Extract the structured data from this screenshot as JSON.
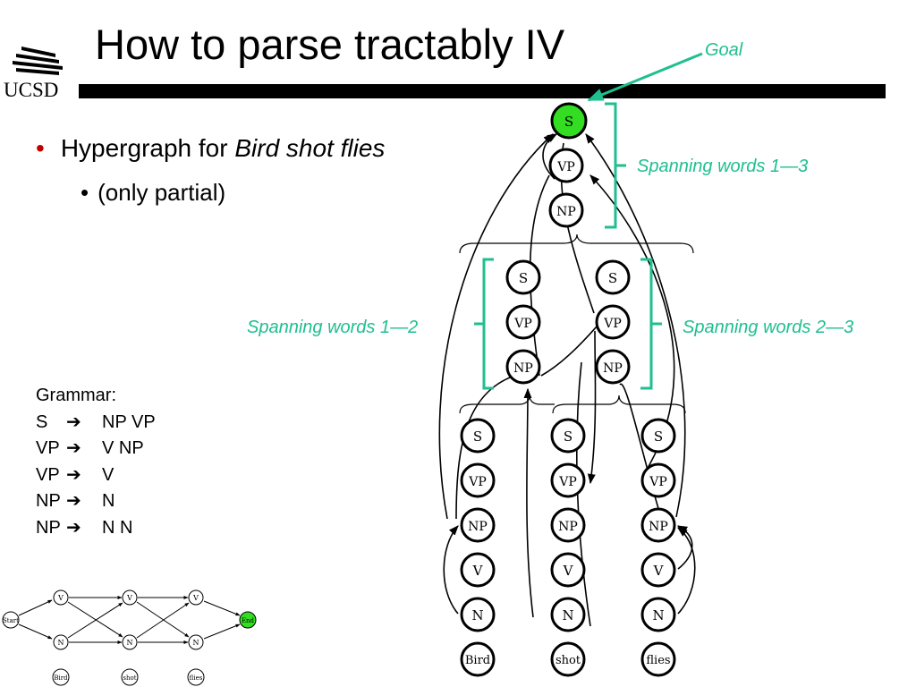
{
  "title": "How to parse tractably IV",
  "logo": {
    "text": "UCSD",
    "icon": "ucsd-triton-logo"
  },
  "bullets": [
    {
      "text_plain": "Hypergraph for ",
      "text_italic": "Bird shot flies"
    },
    {
      "text_plain": "(only partial)"
    }
  ],
  "grammar": {
    "heading": "Grammar:",
    "rules": [
      {
        "lhs": "S",
        "rhs": "NP VP"
      },
      {
        "lhs": "VP",
        "rhs": "V NP"
      },
      {
        "lhs": "VP",
        "rhs": "V"
      },
      {
        "lhs": "NP",
        "rhs": "N"
      },
      {
        "lhs": "NP",
        "rhs": "N N"
      }
    ],
    "arrow_icon": "arrow-right-icon"
  },
  "annotations": {
    "goal": "Goal",
    "span_1_3": "Spanning words 1—3",
    "span_1_2": "Spanning words 1—2",
    "span_2_3": "Spanning words 2—3"
  },
  "colors": {
    "goal_node": "#33dd22",
    "annotation": "#1fbf8f",
    "bullet": "#c00000"
  },
  "hypergraph": {
    "top": [
      "S",
      "VP",
      "NP"
    ],
    "mid_left": [
      "S",
      "VP",
      "NP"
    ],
    "mid_right": [
      "S",
      "VP",
      "NP"
    ],
    "word_columns": [
      {
        "word": "Bird",
        "nodes": [
          "S",
          "VP",
          "NP",
          "V",
          "N"
        ]
      },
      {
        "word": "shot",
        "nodes": [
          "S",
          "VP",
          "NP",
          "V",
          "N"
        ]
      },
      {
        "word": "flies",
        "nodes": [
          "S",
          "VP",
          "NP",
          "V",
          "N"
        ]
      }
    ]
  },
  "lattice": {
    "start": "Start",
    "end": "End",
    "v_nodes": [
      "V",
      "V",
      "V"
    ],
    "n_nodes": [
      "N",
      "N",
      "N"
    ],
    "words": [
      "Bird",
      "shot",
      "flies"
    ]
  }
}
